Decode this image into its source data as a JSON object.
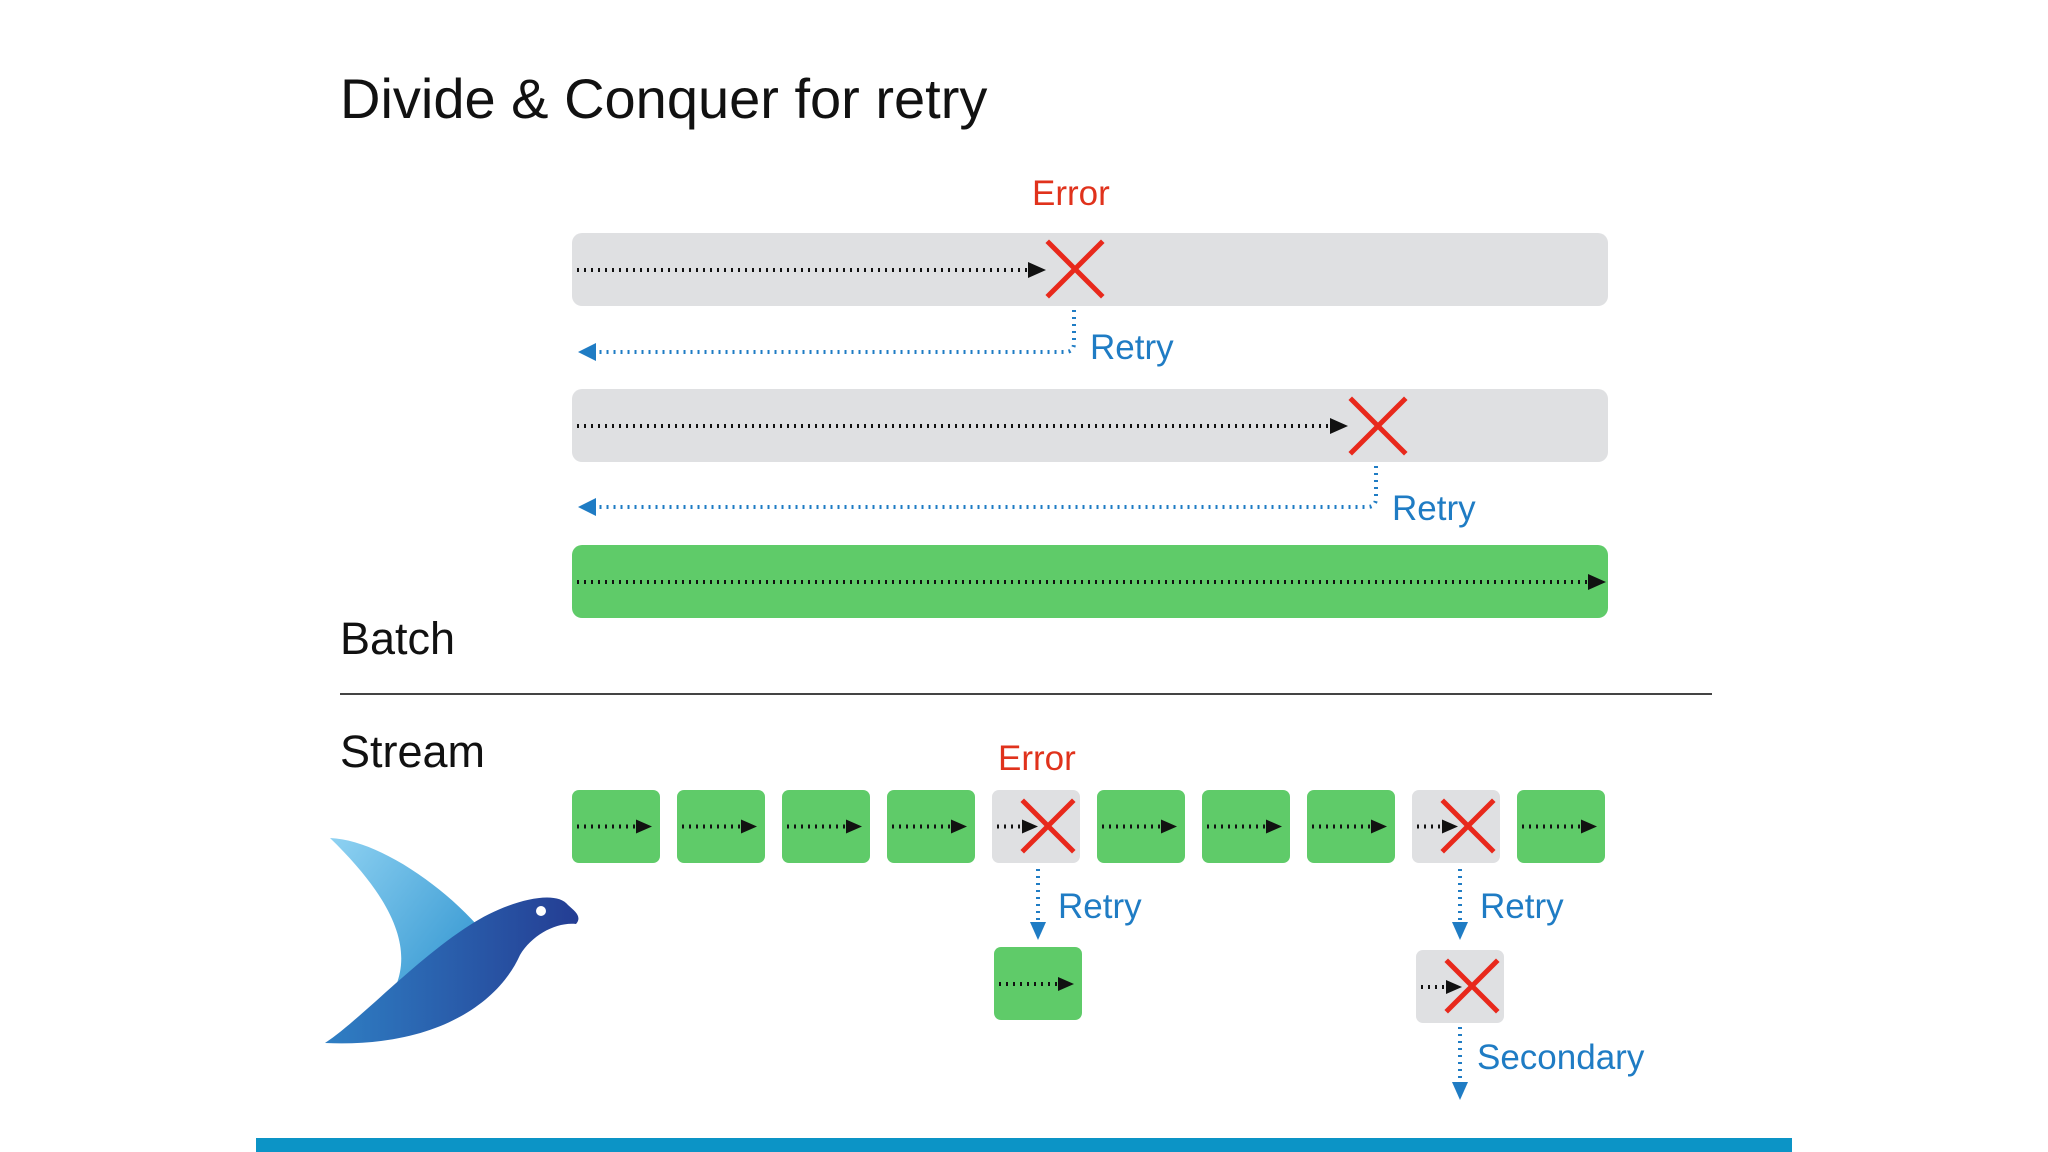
{
  "title": "Divide & Conquer for retry",
  "batch": {
    "label": "Batch",
    "error_label": "Error",
    "retry_label": "Retry"
  },
  "stream": {
    "label": "Stream",
    "error_label": "Error",
    "retry_label": "Retry",
    "secondary_label": "Secondary",
    "blocks": [
      "ok",
      "ok",
      "ok",
      "ok",
      "error",
      "ok",
      "ok",
      "ok",
      "error",
      "ok"
    ]
  },
  "colors": {
    "success": "#5fcb69",
    "pending": "#dfe0e2",
    "error": "#e8291c",
    "retry": "#1f7cc4",
    "footer_bar": "#0c94c6"
  },
  "logo": "fluentd-bird-logo"
}
